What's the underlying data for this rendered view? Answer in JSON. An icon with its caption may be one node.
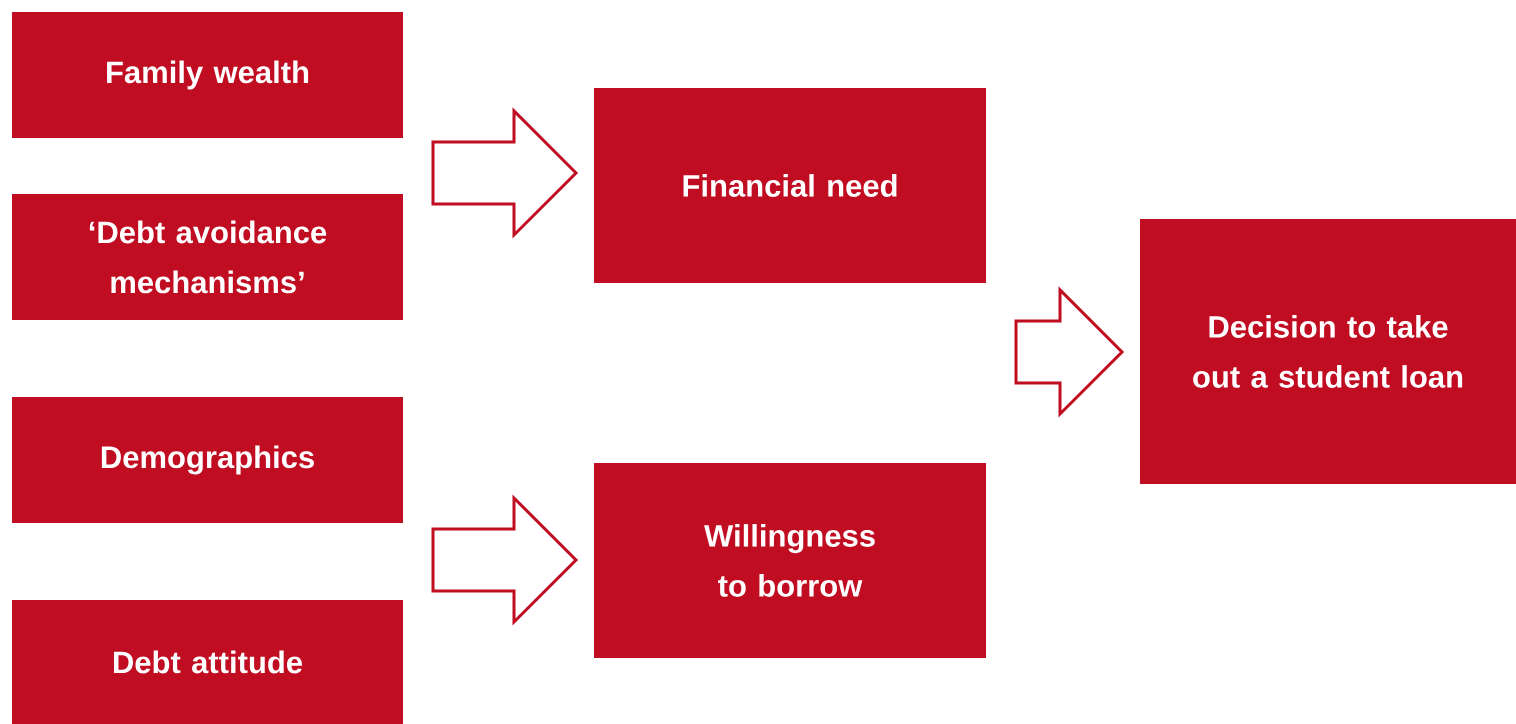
{
  "diagram": {
    "nodes": [
      {
        "text": [
          "Family wealth"
        ]
      },
      {
        "text": [
          "‘Debt avoidance mechanisms’"
        ]
      },
      {
        "text": [
          "Demographics"
        ]
      },
      {
        "text": [
          "Debt attitude"
        ]
      },
      {
        "text": [
          "Financial need"
        ]
      },
      {
        "text": [
          "Willingness to borrow"
        ]
      },
      {
        "text": [
          "Decision to take out a student loan"
        ]
      }
    ],
    "edges": [
      {
        "from": 0,
        "to": 4,
        "arrow": "to"
      },
      {
        "from": 1,
        "to": 4,
        "arrow": "to"
      },
      {
        "from": 2,
        "to": 5,
        "arrow": "to"
      },
      {
        "from": 3,
        "to": 5,
        "arrow": "to"
      },
      {
        "from": 4,
        "to": 6,
        "arrow": "to"
      },
      {
        "from": 5,
        "to": 6,
        "arrow": "to"
      }
    ]
  }
}
